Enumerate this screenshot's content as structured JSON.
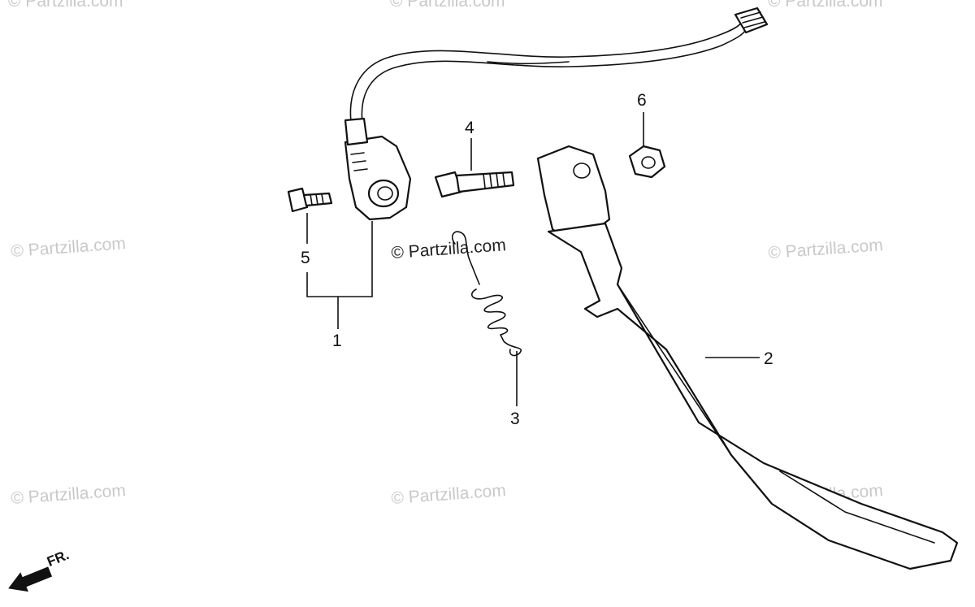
{
  "callouts": {
    "c1": "1",
    "c2": "2",
    "c3": "3",
    "c4": "4",
    "c5": "5",
    "c6": "6"
  },
  "watermark": "© Partzilla.com",
  "direction_label": "FR.",
  "colors": {
    "line": "#111111",
    "watermark": "#c9c9c9",
    "background": "#ffffff"
  }
}
